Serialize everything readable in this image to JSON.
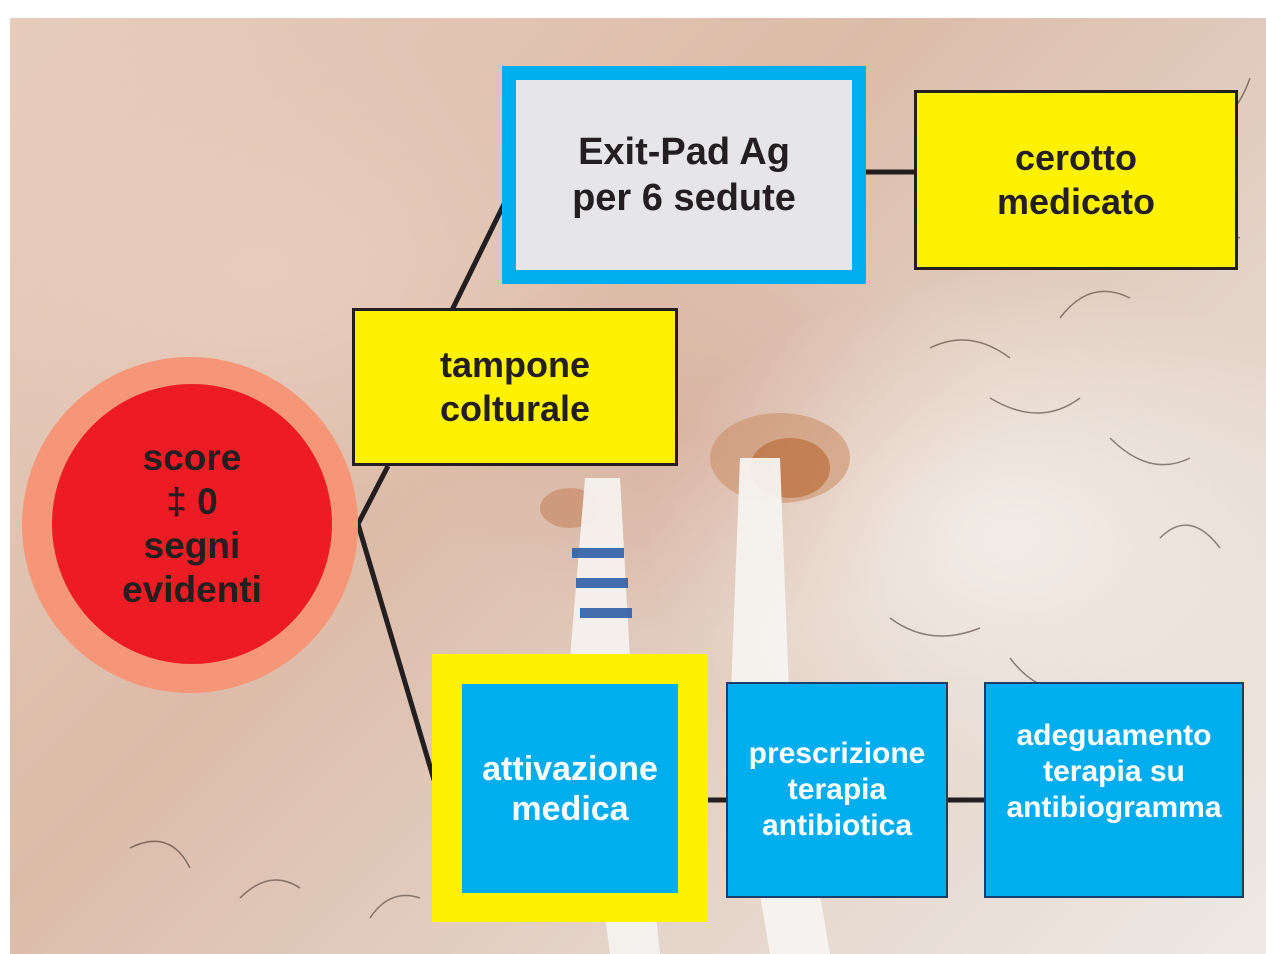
{
  "colors": {
    "yellow": "#fff200",
    "cyan": "#00aeef",
    "red": "#ed1c24",
    "salmon": "#f69679",
    "gray_fill": "#e6e6e8",
    "line": "#231f20"
  },
  "nodes": {
    "score": "score\n‡ 0\nsegni\nevidenti",
    "tampone": "tampone\ncolturale",
    "exit_pad": "Exit-Pad Ag\nper 6 sedute",
    "cerotto": "cerotto\nmedicato",
    "attivazione": "attivazione\nmedica",
    "prescrizione": "prescrizione\nterapia\nantibiotica",
    "adeguamento": "adeguamento\nterapia su\nantibiogramma"
  },
  "edges": [
    [
      "score",
      "tampone"
    ],
    [
      "score",
      "attivazione"
    ],
    [
      "tampone",
      "exit_pad"
    ],
    [
      "exit_pad",
      "cerotto"
    ],
    [
      "attivazione",
      "prescrizione"
    ],
    [
      "prescrizione",
      "adeguamento"
    ]
  ]
}
